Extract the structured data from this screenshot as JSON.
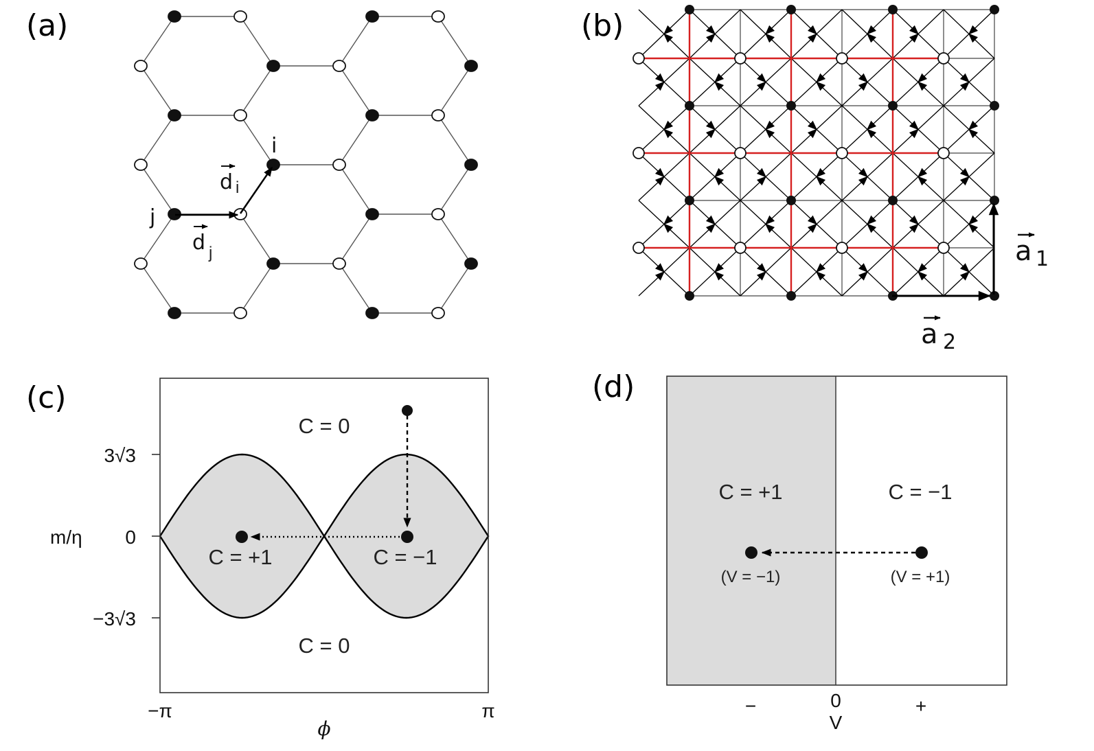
{
  "panels": {
    "a": {
      "label": "(a)",
      "site_i": "i",
      "site_j": "j",
      "vector_di": "d",
      "vector_di_sub": "i",
      "vector_dj": "d",
      "vector_dj_sub": "j"
    },
    "b": {
      "label": "(b)",
      "vector_a1": "a",
      "vector_a1_sub": "1",
      "vector_a2": "a",
      "vector_a2_sub": "2",
      "line_color": "#d62020"
    },
    "c": {
      "label": "(c)",
      "region_top": "C = 0",
      "region_bottom": "C = 0",
      "region_left_lobe": "C = +1",
      "region_right_lobe": "C = −1",
      "ylabel": "m/η",
      "ytick_top": "3√3",
      "ytick_zero": "0",
      "ytick_bottom": "−3√3",
      "xtick_left": "−π",
      "xtick_right": "π",
      "xlabel": "ϕ",
      "fill_color": "#dcdcdc"
    },
    "d": {
      "label": "(d)",
      "region_left": "C = +1",
      "region_right": "C = −1",
      "point_left_label": "(V = −1)",
      "point_right_label": "(V = +1)",
      "xtick_minus": "−",
      "xtick_zero": "0",
      "xtick_plus": "+",
      "xlabel": "V",
      "fill_color": "#dcdcdc"
    }
  }
}
